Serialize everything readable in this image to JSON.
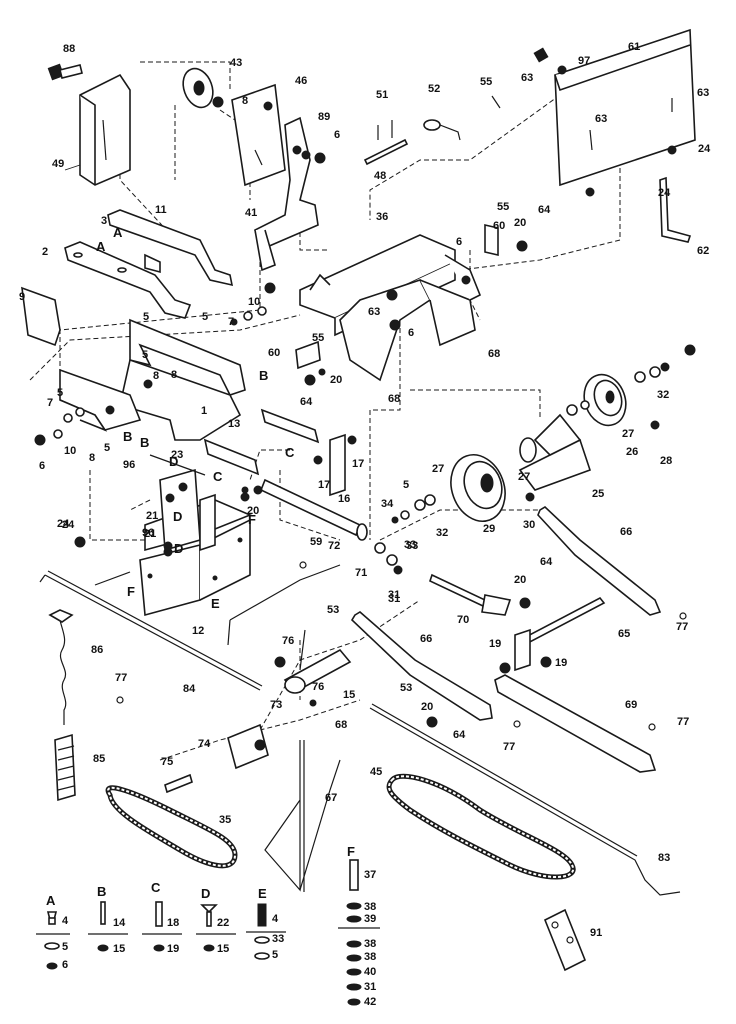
{
  "callouts": [
    "88",
    "43",
    "8",
    "46",
    "89",
    "6",
    "51",
    "52",
    "55",
    "61",
    "97",
    "63",
    "63",
    "63",
    "24",
    "24",
    "62",
    "49",
    "41",
    "48",
    "3",
    "11",
    "2",
    "9",
    "10",
    "5",
    "7",
    "36",
    "60",
    "55",
    "20",
    "64",
    "6",
    "63",
    "6",
    "68",
    "5",
    "8",
    "1",
    "13",
    "60",
    "55",
    "20",
    "64",
    "68",
    "17",
    "16",
    "17",
    "34",
    "5",
    "27",
    "32",
    "33",
    "31",
    "27",
    "26",
    "28",
    "25",
    "27",
    "30",
    "29",
    "32",
    "23",
    "96",
    "21",
    "24",
    "20",
    "96",
    "21",
    "12",
    "72",
    "59",
    "71",
    "33",
    "31",
    "66",
    "20",
    "64",
    "70",
    "65",
    "77",
    "53",
    "76",
    "73",
    "76",
    "15",
    "66",
    "19",
    "19",
    "53",
    "69",
    "77",
    "84",
    "86",
    "77",
    "85",
    "74",
    "75",
    "68",
    "64",
    "20",
    "77",
    "67",
    "45",
    "83",
    "35",
    "91",
    "5",
    "8",
    "10",
    "6",
    "5",
    "7",
    "8",
    "5",
    "24"
  ],
  "reference_letters": [
    "A",
    "A",
    "B",
    "B",
    "B",
    "C",
    "C",
    "D",
    "D",
    "D",
    "E",
    "F",
    "F"
  ],
  "legend": {
    "A": {
      "letter": "A",
      "items": [
        "4",
        "5",
        "6"
      ]
    },
    "B": {
      "letter": "B",
      "items": [
        "14",
        "15"
      ]
    },
    "C": {
      "letter": "C",
      "items": [
        "18",
        "19"
      ]
    },
    "D": {
      "letter": "D",
      "items": [
        "22",
        "15"
      ]
    },
    "E": {
      "letter": "E",
      "items": [
        "4",
        "33",
        "5"
      ]
    },
    "F": {
      "letter": "F",
      "items": [
        "37",
        "38",
        "39",
        "38",
        "38",
        "40",
        "31",
        "42"
      ]
    }
  }
}
